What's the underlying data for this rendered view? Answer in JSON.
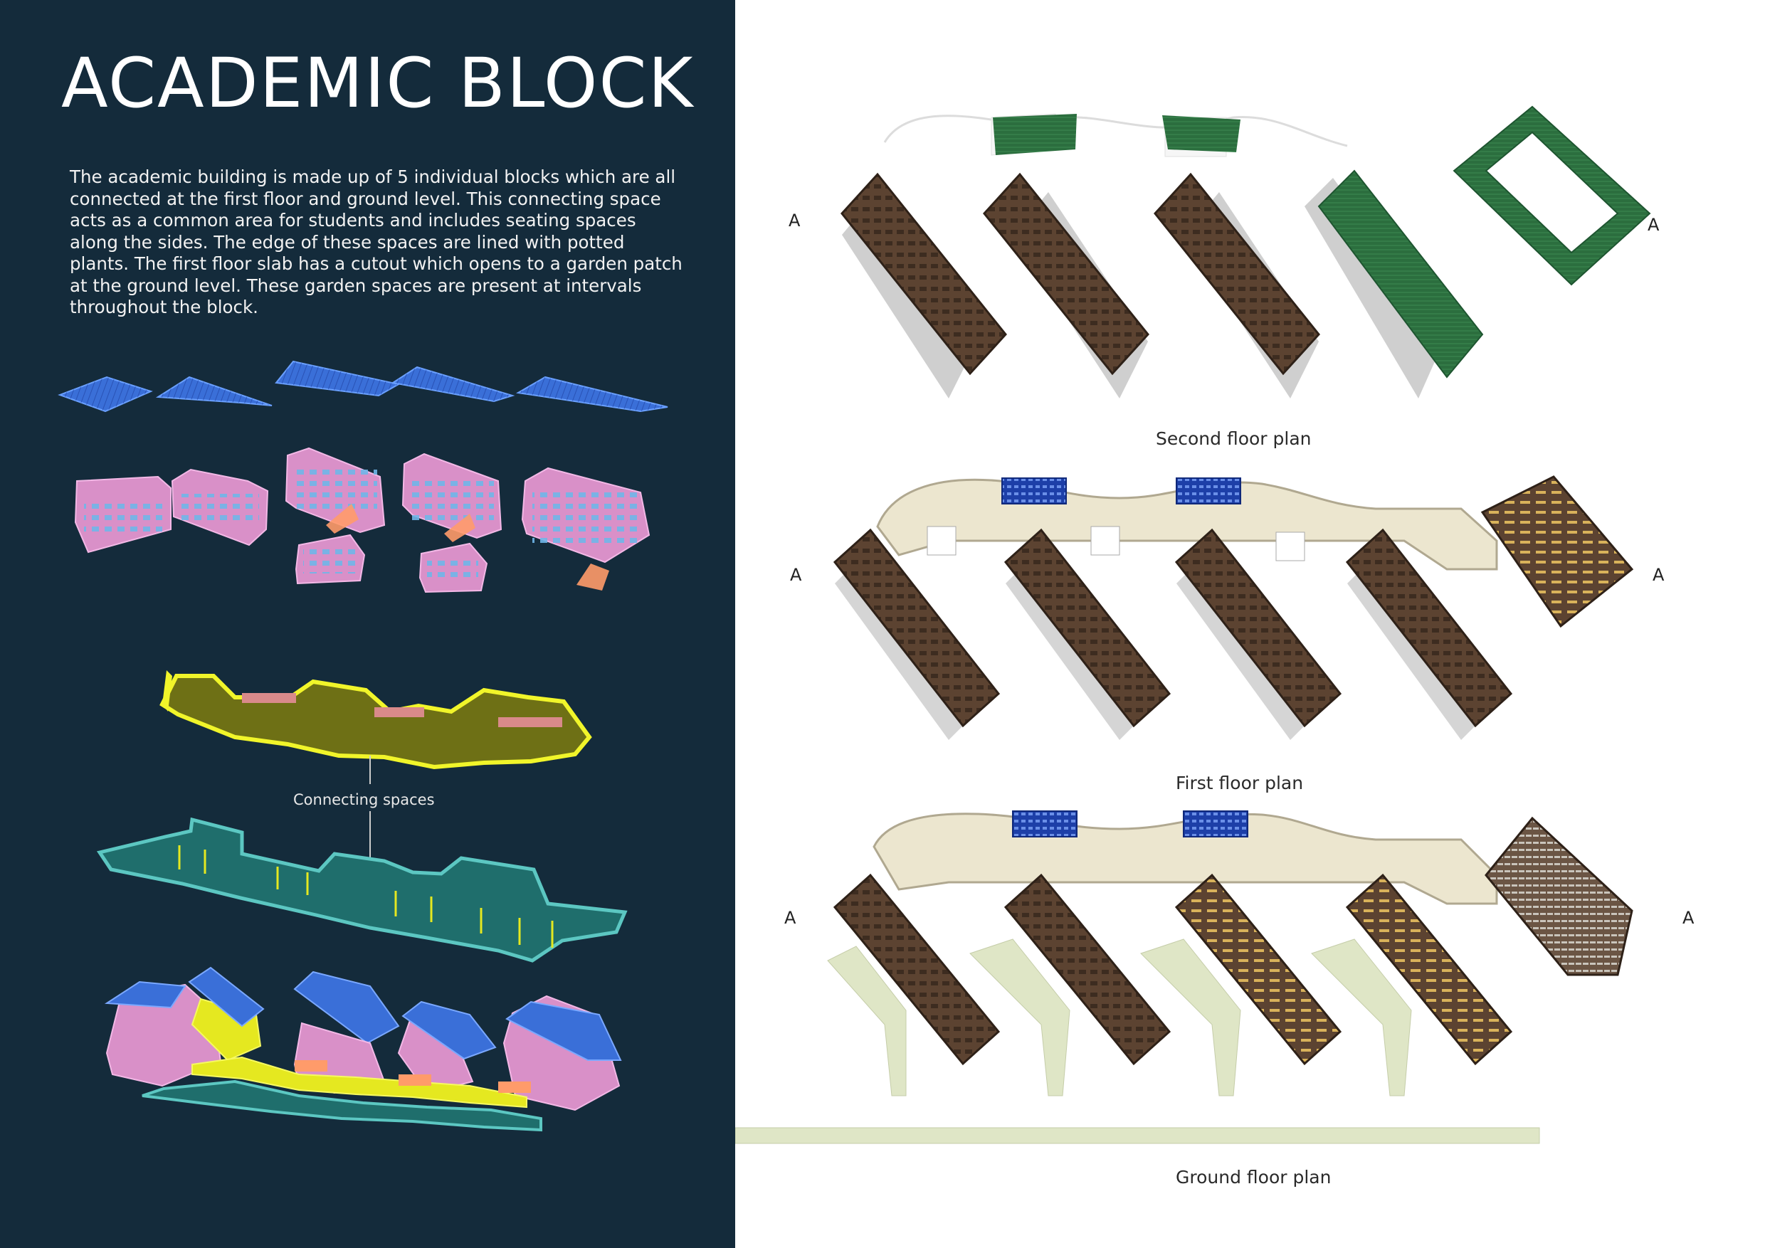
{
  "title": "ACADEMIC BLOCK",
  "intro": "The academic building is made up of 5 individual blocks which are all connected at the first floor and ground level. This connecting space acts as a common area for students and includes seating spaces along the sides. The edge of these spaces are lined with potted plants. The first floor slab has a cutout which opens to a garden patch at the ground level. These garden spaces are present at intervals throughout the block.",
  "exploded_view": {
    "label": "Connecting spaces"
  },
  "plans": {
    "second_floor": {
      "caption": "Second floor plan",
      "mark_left": "A",
      "mark_right": "A"
    },
    "first_floor": {
      "caption": "First floor plan",
      "mark_left": "A",
      "mark_right": "A"
    },
    "ground_floor": {
      "caption": "Ground floor plan",
      "mark_left": "A",
      "mark_right": "A"
    }
  },
  "colors": {
    "panel_bg": "#142b3b",
    "roof_blue": "#3a6fd8",
    "wall_pink": "#d990c8",
    "slab_yellow": "#e5e820",
    "ground_cyan": "#5cc7c2",
    "room_brown": "#5c4331",
    "green_roof": "#2b6e3e",
    "courtyard_beige": "#ece6cf",
    "path_green": "#dfe6c6"
  }
}
